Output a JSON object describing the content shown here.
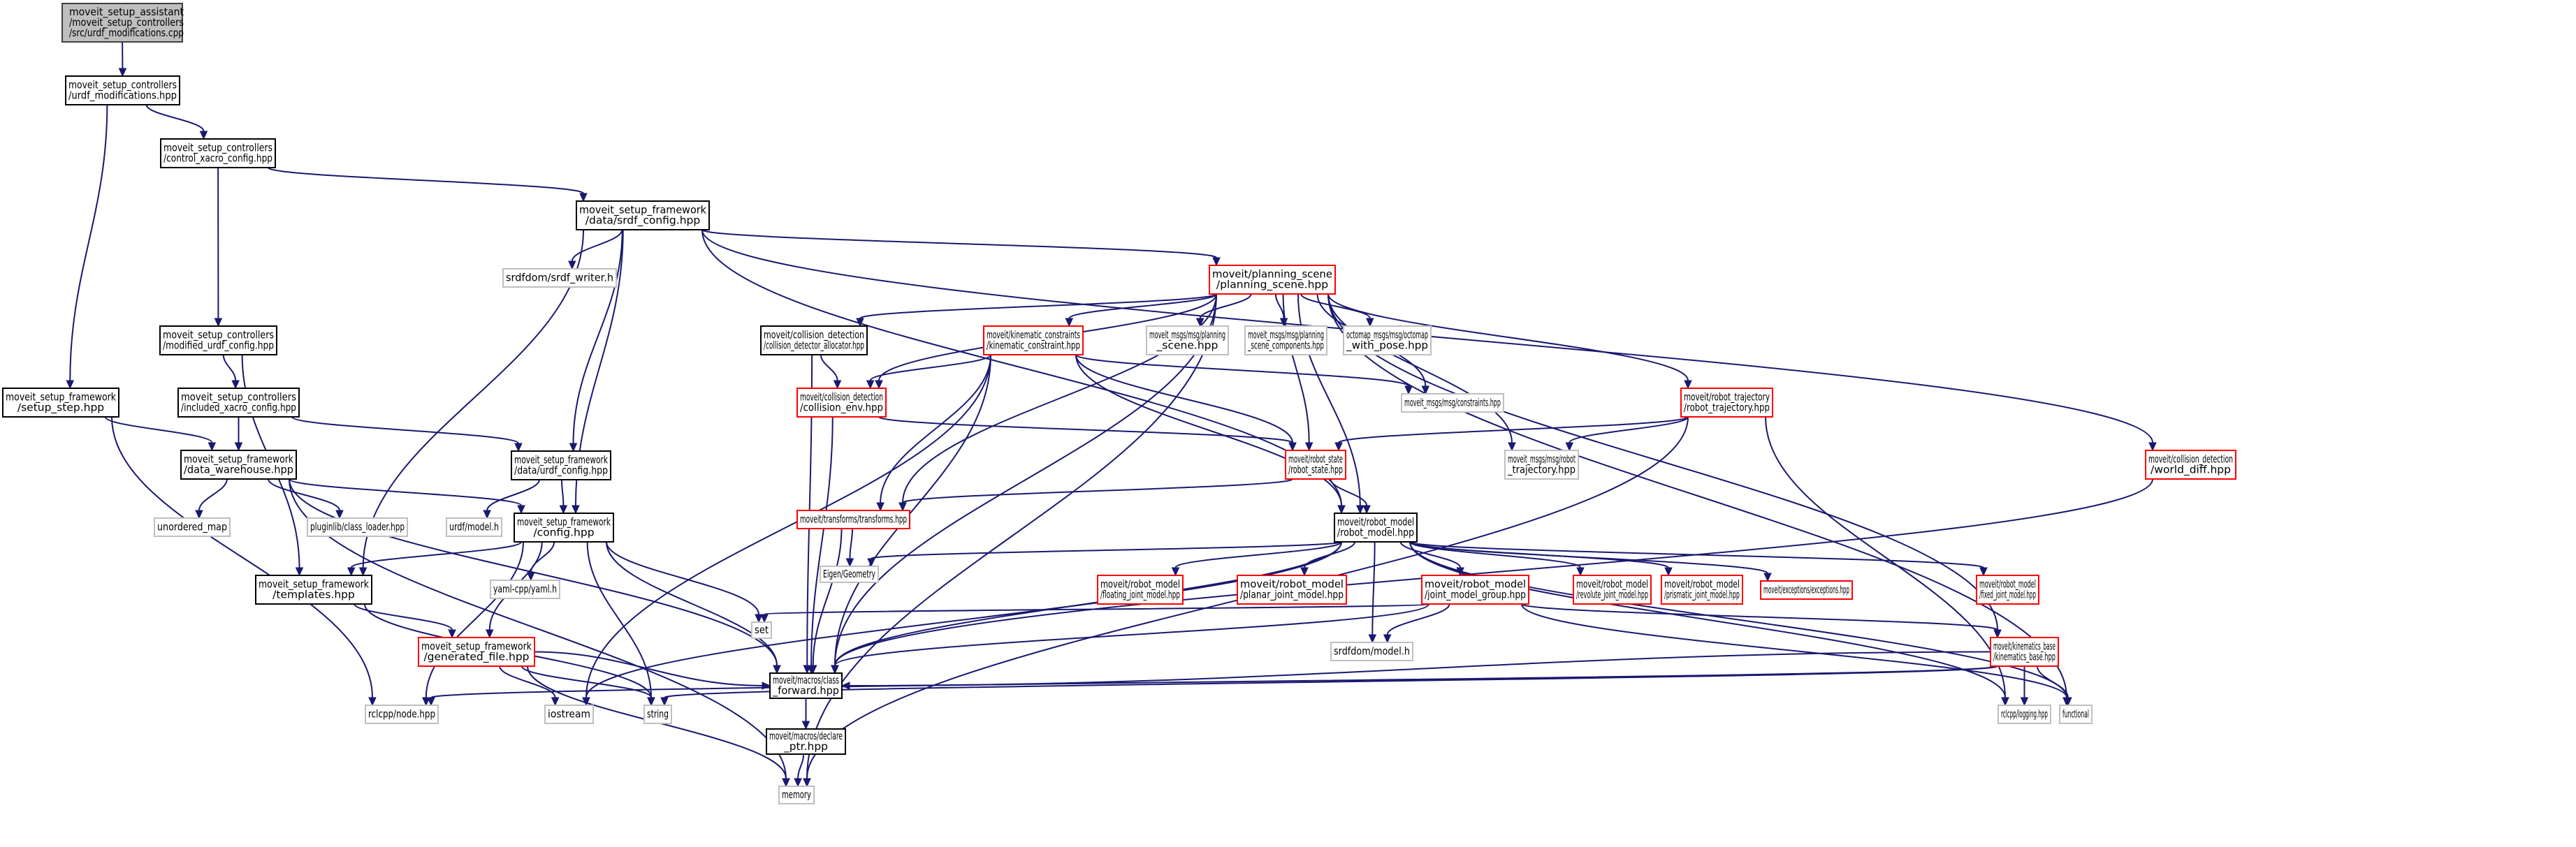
{
  "diagram": {
    "type": "include-dependency-graph",
    "colors": {
      "edge": "#191970",
      "root_fill": "#bfbfbf",
      "root_border": "#404040",
      "documented_border": "#000000",
      "truncated_border": "#ff0000",
      "external_border": "#bfbfbf",
      "background": "#ffffff"
    },
    "nodes": [
      {
        "id": "root",
        "kind": "root",
        "lines": [
          "moveit_setup_assistant",
          "/moveit_setup_controllers",
          "/src/urdf_modifications.cpp"
        ]
      },
      {
        "id": "urdf_mod_hpp",
        "kind": "documented",
        "lines": [
          "moveit_setup_controllers",
          "/urdf_modifications.hpp"
        ]
      },
      {
        "id": "control_xacro",
        "kind": "documented",
        "lines": [
          "moveit_setup_controllers",
          "/control_xacro_config.hpp"
        ]
      },
      {
        "id": "srdf_config",
        "kind": "documented",
        "lines": [
          "moveit_setup_framework",
          "/data/srdf_config.hpp"
        ]
      },
      {
        "id": "srdf_writer",
        "kind": "external",
        "lines": [
          "srdfdom/srdf_writer.h"
        ]
      },
      {
        "id": "modified_urdf",
        "kind": "documented",
        "lines": [
          "moveit_setup_controllers",
          "/modified_urdf_config.hpp"
        ]
      },
      {
        "id": "setup_step",
        "kind": "documented",
        "lines": [
          "moveit_setup_framework",
          "/setup_step.hpp"
        ]
      },
      {
        "id": "included_xacro",
        "kind": "documented",
        "lines": [
          "moveit_setup_controllers",
          "/included_xacro_config.hpp"
        ]
      },
      {
        "id": "data_warehouse",
        "kind": "documented",
        "lines": [
          "moveit_setup_framework",
          "/data_warehouse.hpp"
        ]
      },
      {
        "id": "urdf_config",
        "kind": "documented",
        "lines": [
          "moveit_setup_framework",
          "/data/urdf_config.hpp"
        ]
      },
      {
        "id": "unordered_map",
        "kind": "external",
        "lines": [
          "unordered_map"
        ]
      },
      {
        "id": "class_loader",
        "kind": "external",
        "lines": [
          "pluginlib/class_loader.hpp"
        ]
      },
      {
        "id": "urdf_model",
        "kind": "external",
        "lines": [
          "urdf/model.h"
        ]
      },
      {
        "id": "config",
        "kind": "documented",
        "lines": [
          "moveit_setup_framework",
          "/config.hpp"
        ]
      },
      {
        "id": "yaml",
        "kind": "external",
        "lines": [
          "yaml-cpp/yaml.h"
        ]
      },
      {
        "id": "templates",
        "kind": "documented",
        "lines": [
          "moveit_setup_framework",
          "/templates.hpp"
        ]
      },
      {
        "id": "generated_file",
        "kind": "truncated",
        "lines": [
          "moveit_setup_framework",
          "/generated_file.hpp"
        ]
      },
      {
        "id": "rclcpp_node",
        "kind": "external",
        "lines": [
          "rclcpp/node.hpp"
        ]
      },
      {
        "id": "iostream",
        "kind": "external",
        "lines": [
          "iostream"
        ]
      },
      {
        "id": "string",
        "kind": "external",
        "lines": [
          "string"
        ]
      },
      {
        "id": "set",
        "kind": "external",
        "lines": [
          "set"
        ]
      },
      {
        "id": "class_forward",
        "kind": "documented",
        "lines": [
          "moveit/macros/class",
          "_forward.hpp"
        ]
      },
      {
        "id": "declare_ptr",
        "kind": "documented",
        "lines": [
          "moveit/macros/declare",
          "_ptr.hpp"
        ]
      },
      {
        "id": "memory",
        "kind": "external",
        "lines": [
          "memory"
        ]
      },
      {
        "id": "planning_scene",
        "kind": "truncated",
        "lines": [
          "moveit/planning_scene",
          "/planning_scene.hpp"
        ]
      },
      {
        "id": "collision_alloc",
        "kind": "documented",
        "lines": [
          "moveit/collision_detection",
          "/collision_detector_allocator.hpp"
        ]
      },
      {
        "id": "kinematic_constraint",
        "kind": "truncated",
        "lines": [
          "moveit/kinematic_constraints",
          "/kinematic_constraint.hpp"
        ]
      },
      {
        "id": "msg_planning_scene",
        "kind": "external",
        "lines": [
          "moveit_msgs/msg/planning",
          "_scene.hpp"
        ]
      },
      {
        "id": "msg_ps_components",
        "kind": "external",
        "lines": [
          "moveit_msgs/msg/planning",
          "_scene_components.hpp"
        ]
      },
      {
        "id": "octomap",
        "kind": "external",
        "lines": [
          "octomap_msgs/msg/octomap",
          "_with_pose.hpp"
        ]
      },
      {
        "id": "collision_env",
        "kind": "truncated",
        "lines": [
          "moveit/collision_detection",
          "/collision_env.hpp"
        ]
      },
      {
        "id": "msg_constraints",
        "kind": "external",
        "lines": [
          "moveit_msgs/msg/constraints.hpp"
        ]
      },
      {
        "id": "robot_trajectory",
        "kind": "truncated",
        "lines": [
          "moveit/robot_trajectory",
          "/robot_trajectory.hpp"
        ]
      },
      {
        "id": "robot_state",
        "kind": "truncated",
        "lines": [
          "moveit/robot_state",
          "/robot_state.hpp"
        ]
      },
      {
        "id": "msg_robot_traj",
        "kind": "external",
        "lines": [
          "moveit_msgs/msg/robot",
          "_trajectory.hpp"
        ]
      },
      {
        "id": "world_diff",
        "kind": "truncated",
        "lines": [
          "moveit/collision_detection",
          "/world_diff.hpp"
        ]
      },
      {
        "id": "transforms",
        "kind": "truncated",
        "lines": [
          "moveit/transforms/transforms.hpp"
        ]
      },
      {
        "id": "robot_model",
        "kind": "documented",
        "lines": [
          "moveit/robot_model",
          "/robot_model.hpp"
        ]
      },
      {
        "id": "eigen",
        "kind": "external",
        "lines": [
          "Eigen/Geometry"
        ]
      },
      {
        "id": "floating_joint",
        "kind": "truncated",
        "lines": [
          "moveit/robot_model",
          "/floating_joint_model.hpp"
        ]
      },
      {
        "id": "planar_joint",
        "kind": "truncated",
        "lines": [
          "moveit/robot_model",
          "/planar_joint_model.hpp"
        ]
      },
      {
        "id": "joint_model_group",
        "kind": "truncated",
        "lines": [
          "moveit/robot_model",
          "/joint_model_group.hpp"
        ]
      },
      {
        "id": "revolute_joint",
        "kind": "truncated",
        "lines": [
          "moveit/robot_model",
          "/revolute_joint_model.hpp"
        ]
      },
      {
        "id": "prismatic_joint",
        "kind": "truncated",
        "lines": [
          "moveit/robot_model",
          "/prismatic_joint_model.hpp"
        ]
      },
      {
        "id": "exceptions",
        "kind": "truncated",
        "lines": [
          "moveit/exceptions/exceptions.hpp"
        ]
      },
      {
        "id": "fixed_joint",
        "kind": "truncated",
        "lines": [
          "moveit/robot_model",
          "/fixed_joint_model.hpp"
        ]
      },
      {
        "id": "srdf_model",
        "kind": "external",
        "lines": [
          "srdfdom/model.h"
        ]
      },
      {
        "id": "kinematics_base",
        "kind": "truncated",
        "lines": [
          "moveit/kinematics_base",
          "/kinematics_base.hpp"
        ]
      },
      {
        "id": "rclcpp_logging",
        "kind": "external",
        "lines": [
          "rclcpp/logging.hpp"
        ]
      },
      {
        "id": "functional",
        "kind": "external",
        "lines": [
          "functional"
        ]
      }
    ],
    "edges": [
      [
        "root",
        "urdf_mod_hpp"
      ],
      [
        "urdf_mod_hpp",
        "control_xacro"
      ],
      [
        "urdf_mod_hpp",
        "setup_step"
      ],
      [
        "control_xacro",
        "srdf_config"
      ],
      [
        "control_xacro",
        "modified_urdf"
      ],
      [
        "srdf_config",
        "srdf_writer"
      ],
      [
        "srdf_config",
        "urdf_config"
      ],
      [
        "srdf_config",
        "config"
      ],
      [
        "srdf_config",
        "templates"
      ],
      [
        "srdf_config",
        "planning_scene"
      ],
      [
        "srdf_config",
        "robot_model"
      ],
      [
        "srdf_config",
        "world_diff"
      ],
      [
        "modified_urdf",
        "included_xacro"
      ],
      [
        "modified_urdf",
        "templates"
      ],
      [
        "included_xacro",
        "data_warehouse"
      ],
      [
        "included_xacro",
        "urdf_config"
      ],
      [
        "setup_step",
        "data_warehouse"
      ],
      [
        "setup_step",
        "rclcpp_node"
      ],
      [
        "data_warehouse",
        "unordered_map"
      ],
      [
        "data_warehouse",
        "class_loader"
      ],
      [
        "data_warehouse",
        "config"
      ],
      [
        "data_warehouse",
        "memory"
      ],
      [
        "data_warehouse",
        "class_forward"
      ],
      [
        "urdf_config",
        "urdf_model"
      ],
      [
        "urdf_config",
        "config"
      ],
      [
        "config",
        "yaml"
      ],
      [
        "config",
        "templates"
      ],
      [
        "config",
        "generated_file"
      ],
      [
        "config",
        "rclcpp_node"
      ],
      [
        "config",
        "set"
      ],
      [
        "config",
        "class_forward"
      ],
      [
        "config",
        "string"
      ],
      [
        "templates",
        "generated_file"
      ],
      [
        "templates",
        "string"
      ],
      [
        "generated_file",
        "iostream"
      ],
      [
        "generated_file",
        "string"
      ],
      [
        "generated_file",
        "class_forward"
      ],
      [
        "generated_file",
        "memory"
      ],
      [
        "class_forward",
        "declare_ptr"
      ],
      [
        "declare_ptr",
        "memory"
      ],
      [
        "planning_scene",
        "collision_alloc"
      ],
      [
        "planning_scene",
        "kinematic_constraint"
      ],
      [
        "planning_scene",
        "msg_planning_scene"
      ],
      [
        "planning_scene",
        "msg_ps_components"
      ],
      [
        "planning_scene",
        "octomap"
      ],
      [
        "planning_scene",
        "collision_env"
      ],
      [
        "planning_scene",
        "msg_constraints"
      ],
      [
        "planning_scene",
        "robot_trajectory"
      ],
      [
        "planning_scene",
        "robot_state"
      ],
      [
        "planning_scene",
        "msg_robot_traj"
      ],
      [
        "planning_scene",
        "transforms"
      ],
      [
        "planning_scene",
        "robot_model"
      ],
      [
        "planning_scene",
        "kinematics_base"
      ],
      [
        "planning_scene",
        "class_forward"
      ],
      [
        "planning_scene",
        "functional"
      ],
      [
        "planning_scene",
        "memory"
      ],
      [
        "collision_alloc",
        "collision_env"
      ],
      [
        "collision_alloc",
        "class_forward"
      ],
      [
        "kinematic_constraint",
        "collision_env"
      ],
      [
        "kinematic_constraint",
        "msg_constraints"
      ],
      [
        "kinematic_constraint",
        "robot_state"
      ],
      [
        "kinematic_constraint",
        "transforms"
      ],
      [
        "kinematic_constraint",
        "robot_model"
      ],
      [
        "kinematic_constraint",
        "iostream"
      ],
      [
        "kinematic_constraint",
        "class_forward"
      ],
      [
        "collision_env",
        "robot_state"
      ],
      [
        "collision_env",
        "class_forward"
      ],
      [
        "robot_trajectory",
        "robot_state"
      ],
      [
        "robot_trajectory",
        "msg_robot_traj"
      ],
      [
        "robot_trajectory",
        "rclcpp_logging"
      ],
      [
        "robot_trajectory",
        "memory"
      ],
      [
        "robot_state",
        "robot_model"
      ],
      [
        "robot_state",
        "transforms"
      ],
      [
        "world_diff",
        "class_forward"
      ],
      [
        "transforms",
        "eigen"
      ],
      [
        "transforms",
        "class_forward"
      ],
      [
        "robot_model",
        "eigen"
      ],
      [
        "robot_model",
        "floating_joint"
      ],
      [
        "robot_model",
        "planar_joint"
      ],
      [
        "robot_model",
        "joint_model_group"
      ],
      [
        "robot_model",
        "revolute_joint"
      ],
      [
        "robot_model",
        "prismatic_joint"
      ],
      [
        "robot_model",
        "exceptions"
      ],
      [
        "robot_model",
        "fixed_joint"
      ],
      [
        "robot_model",
        "srdf_model"
      ],
      [
        "robot_model",
        "iostream"
      ],
      [
        "robot_model",
        "class_forward"
      ],
      [
        "robot_model",
        "rclcpp_logging"
      ],
      [
        "robot_model",
        "functional"
      ],
      [
        "joint_model_group",
        "srdf_model"
      ],
      [
        "joint_model_group",
        "kinematics_base"
      ],
      [
        "joint_model_group",
        "set"
      ],
      [
        "joint_model_group",
        "class_forward"
      ],
      [
        "joint_model_group",
        "functional"
      ],
      [
        "kinematics_base",
        "rclcpp_logging"
      ],
      [
        "kinematics_base",
        "functional"
      ],
      [
        "kinematics_base",
        "rclcpp_node"
      ],
      [
        "kinematics_base",
        "string"
      ],
      [
        "kinematics_base",
        "class_forward"
      ]
    ]
  }
}
